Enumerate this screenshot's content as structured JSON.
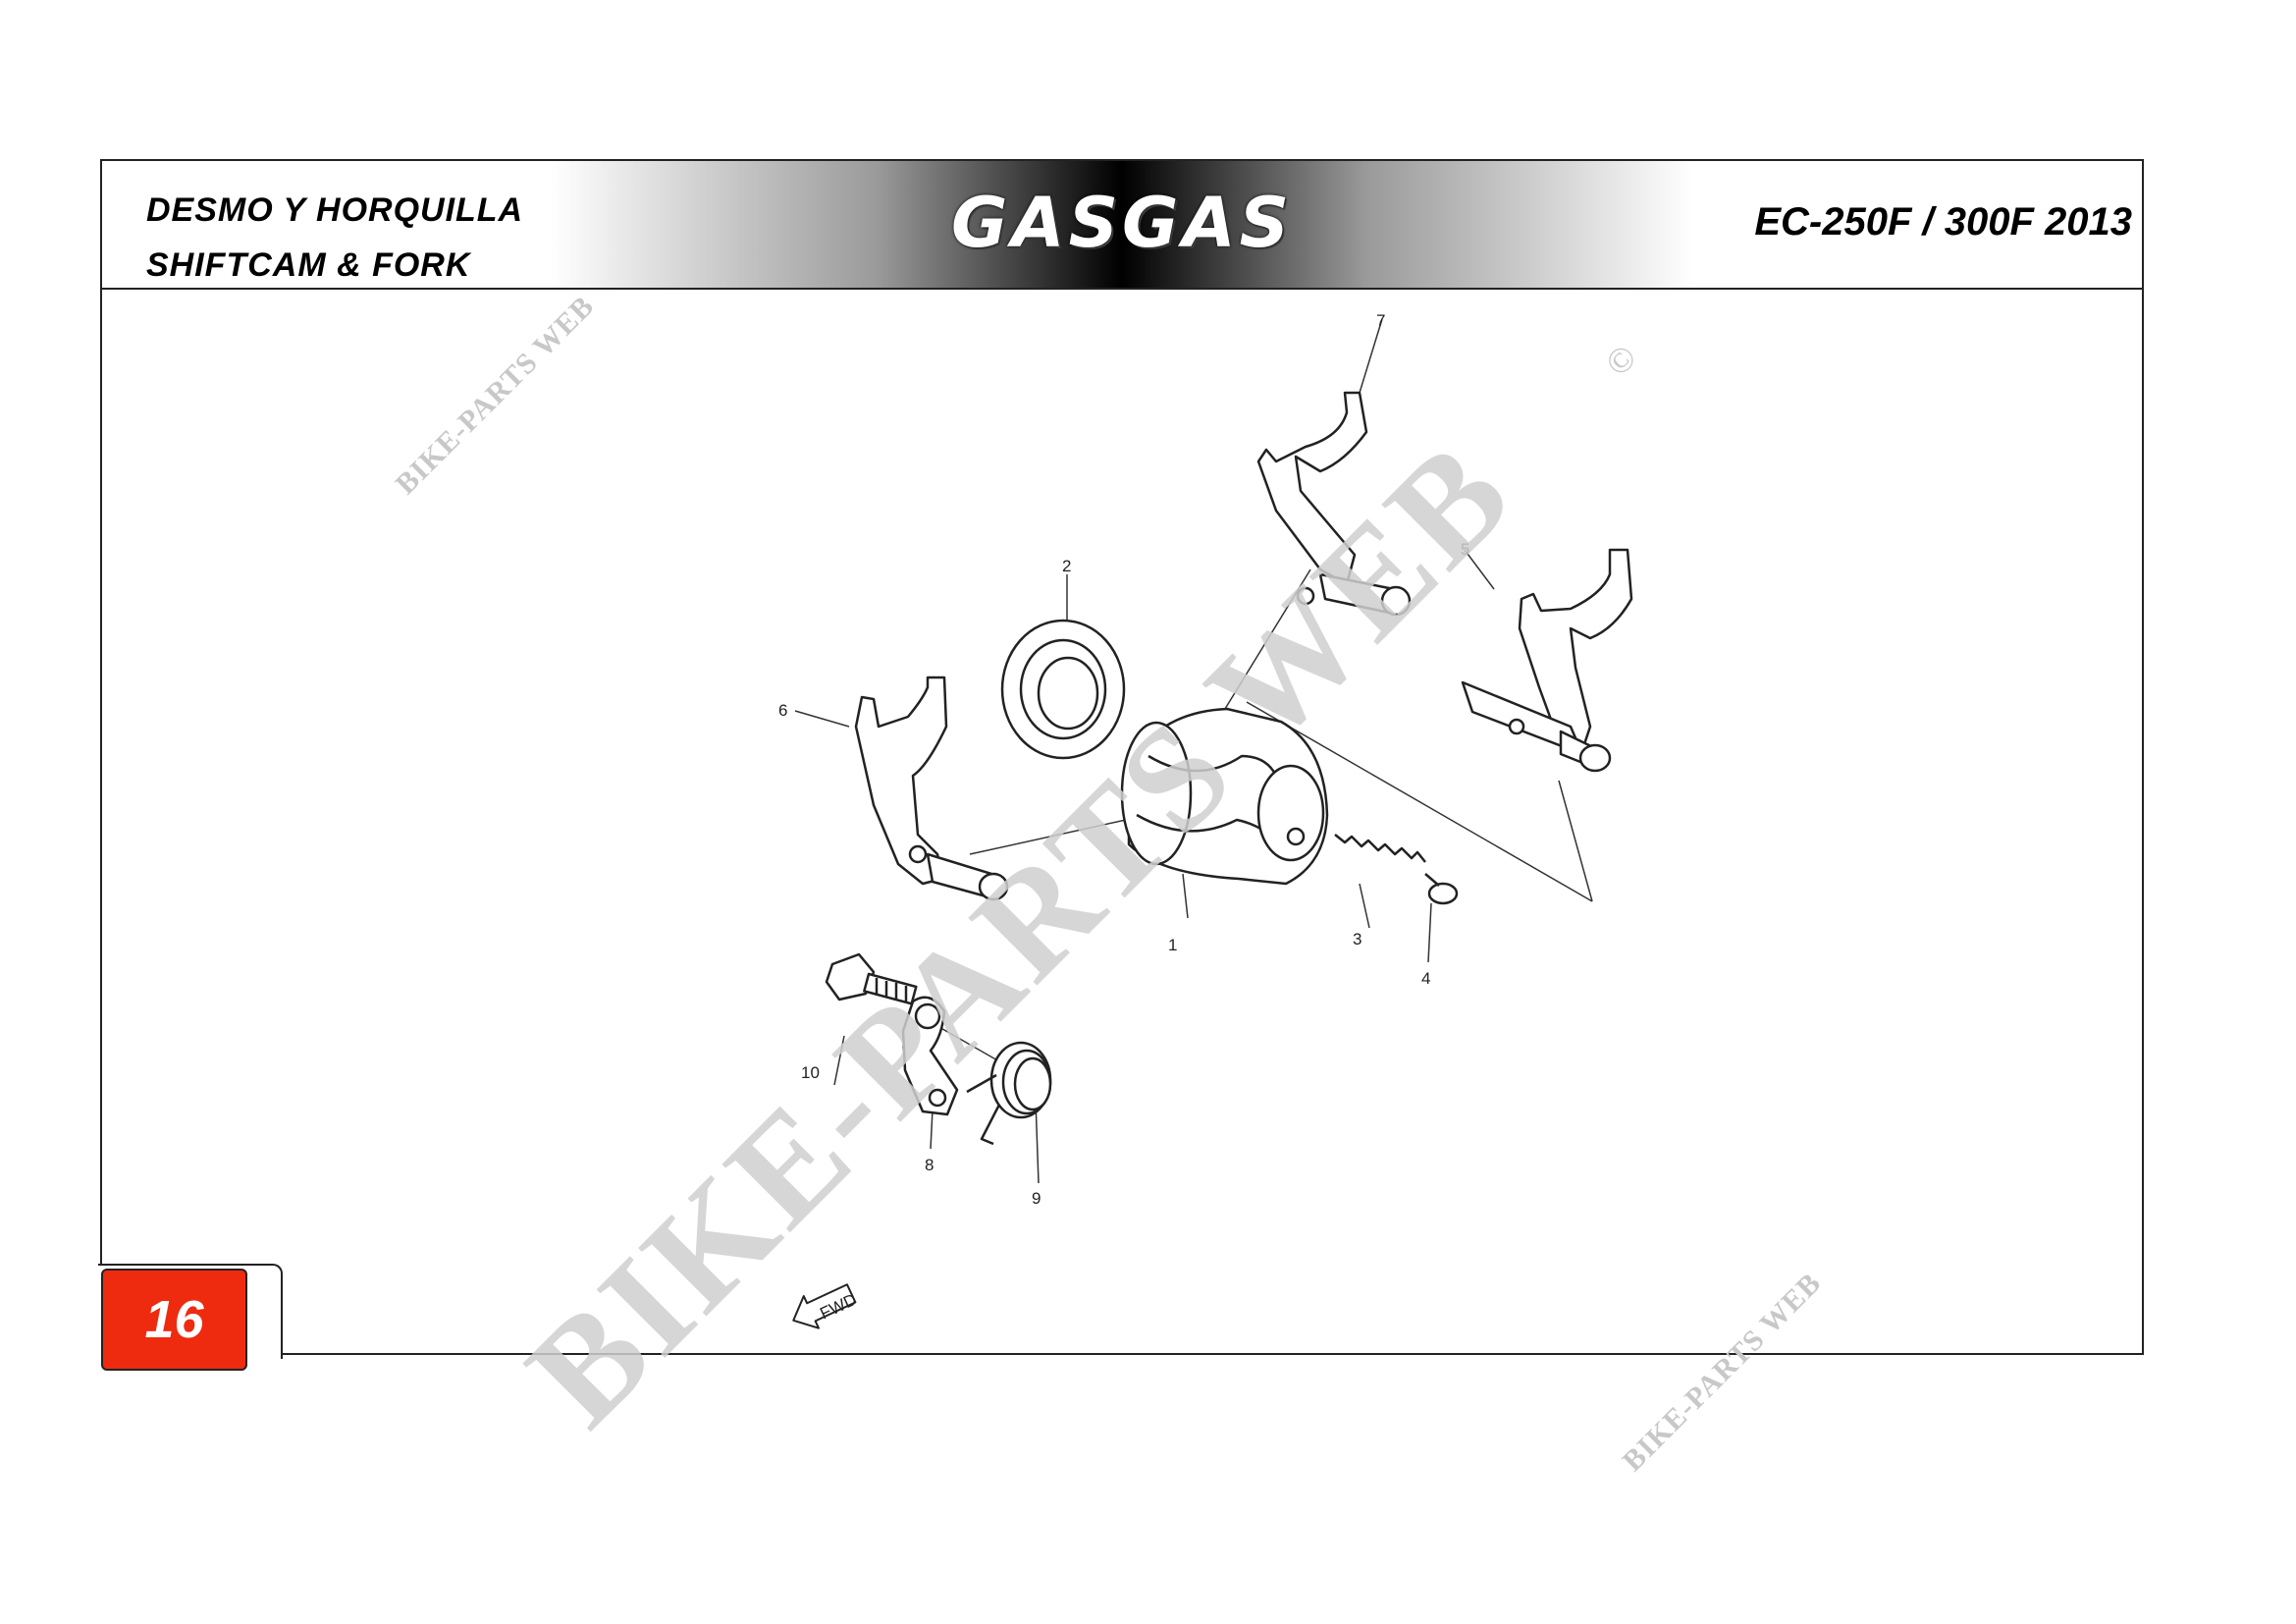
{
  "header": {
    "title_es": "DESMO Y HORQUILLA",
    "title_en": "SHIFTCAM & FORK",
    "brand": "GASGAS",
    "model": "EC-250F / 300F 2013"
  },
  "page_number": "16",
  "fwd_label": "FWD",
  "watermark": {
    "text": "BIKE-PARTS WEB",
    "symbol": "©"
  },
  "callouts": [
    "1",
    "2",
    "3",
    "4",
    "5",
    "6",
    "7",
    "8",
    "9",
    "10"
  ]
}
